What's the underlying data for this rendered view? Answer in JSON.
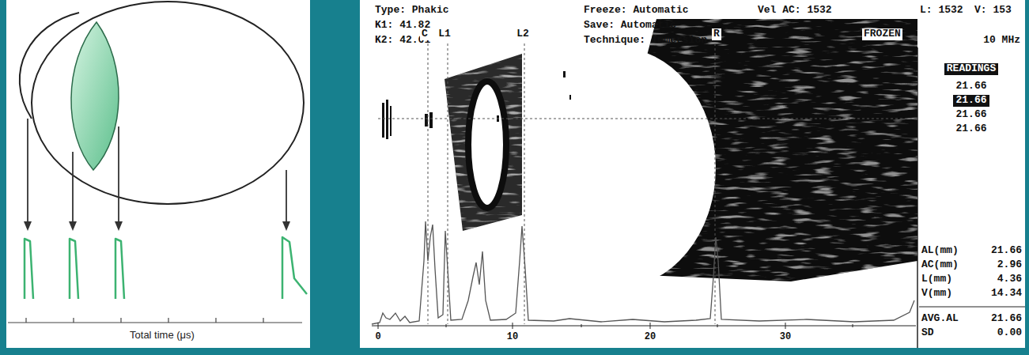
{
  "diagram": {
    "labels": [
      "Total time (μs)",
      "Type: Phakic",
      "K1: 41.82",
      "K2: 42.61",
      "Freeze: Automatic",
      "Save: Automatic",
      "Technique: Immersion",
      "Vel AC: 1532",
      "L: 1532",
      "V: 153",
      "10 MHz",
      "C",
      "L1",
      "L2",
      "R",
      "FROZEN",
      "READINGS",
      "21.66",
      "21.66",
      "21.66",
      "21.66",
      "0",
      "10",
      "20",
      "30",
      "AL(mm)",
      "21.66",
      "AC(mm)",
      "2.96",
      "L(mm)",
      "4.36",
      "V(mm)",
      "14.34",
      "AVG.AL",
      "21.66",
      "SD",
      "0.00"
    ]
  }
}
